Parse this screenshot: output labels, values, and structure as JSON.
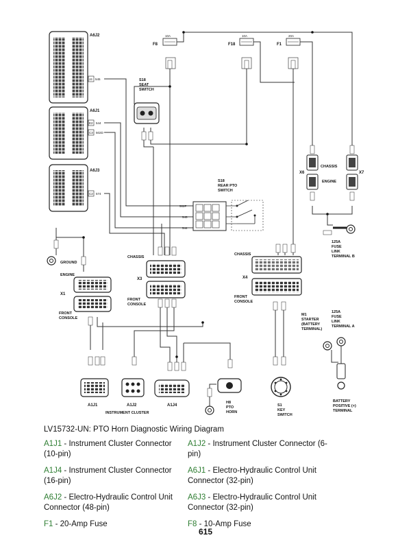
{
  "diagram": {
    "connectors": {
      "a6j2": "A6J2",
      "a6j1": "A6J1",
      "a6j3": "A6J3",
      "x1": "X1",
      "x3": "X3",
      "x4": "X4",
      "x6": "X6",
      "x7": "X7",
      "a1j1": "A1J1",
      "a1j2": "A1J2",
      "a1j4": "A1J4"
    },
    "fuses": [
      {
        "id": "F8",
        "rating": "10A"
      },
      {
        "id": "F18",
        "rating": "10A"
      },
      {
        "id": "F1",
        "rating": "20A"
      }
    ],
    "components": {
      "seat_switch": [
        "S18",
        "SEAT",
        "SWITCH"
      ],
      "rear_pto_switch": [
        "S18",
        "REAR PTO",
        "SWITCH"
      ],
      "fuse_link_b": [
        "125A",
        "FUSE",
        "LINK",
        "TERMINAL B"
      ],
      "fuse_link_a": [
        "125A",
        "FUSE",
        "LINK",
        "TERMINAL A"
      ],
      "starter": [
        "M1",
        "STARTER",
        "(BATTERY",
        "TERMINAL)"
      ],
      "battery": [
        "BATTERY",
        "POSITIVE (+)",
        "TERMINAL"
      ],
      "pto_horn": [
        "H8",
        "PTO",
        "HORN"
      ],
      "key_switch": [
        "S1",
        "KEY",
        "SWITCH"
      ],
      "ground": "GROUND"
    },
    "labels": {
      "chassis": "CHASSIS",
      "engine": "ENGINE",
      "front_console": [
        "FRONT",
        "CONSOLE"
      ],
      "instrument_cluster": "INSTRUMENT CLUSTER"
    },
    "pins": {
      "j4": "J4",
      "e2": "E2",
      "c3": "C3",
      "c2": "C2",
      "w545": "545",
      "w544": "544",
      "w502d": "502D",
      "w574": "574",
      "w502f": "502F",
      "w545b": "545",
      "w544b": "544"
    }
  },
  "caption": "LV15732-UN: PTO Horn Diagnostic Wiring Diagram",
  "legend": [
    {
      "code": "A1J1",
      "text": " - Instrument Cluster Connector (10-pin)"
    },
    {
      "code": "A1J2",
      "text": " - Instrument Cluster Connector (6-pin)"
    },
    {
      "code": "A1J4",
      "text": " - Instrument Cluster Connector (16-pin)"
    },
    {
      "code": "A6J1",
      "text": " - Electro-Hydraulic Control Unit Connector (32-pin)"
    },
    {
      "code": "A6J2",
      "text": " - Electro-Hydraulic Control Unit Connector (48-pin)"
    },
    {
      "code": "A6J3",
      "text": " - Electro-Hydraulic Control Unit Connector (32-pin)"
    },
    {
      "code": "F1",
      "text": " - 20-Amp Fuse"
    },
    {
      "code": "F8",
      "text": " - 10-Amp Fuse"
    }
  ],
  "page_number": "615"
}
